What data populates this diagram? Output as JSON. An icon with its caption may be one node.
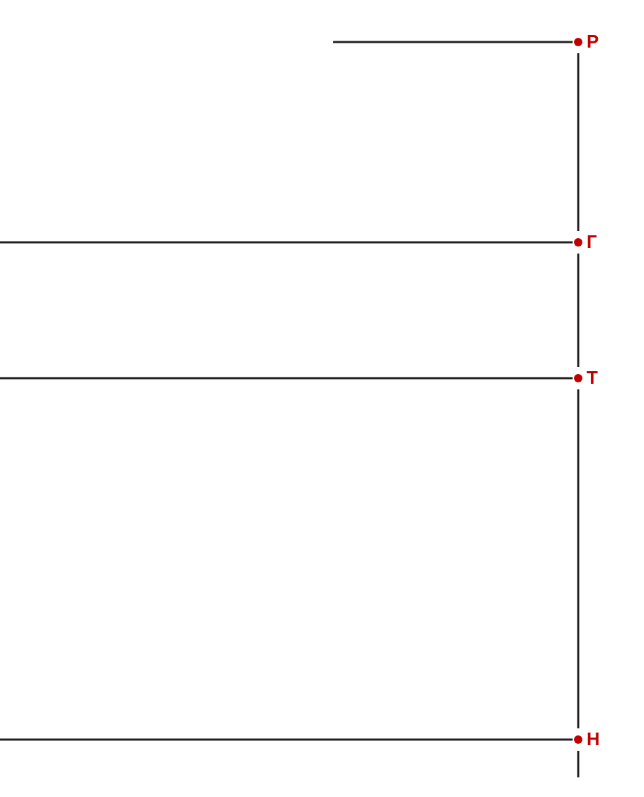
{
  "diagram": {
    "nodes": [
      {
        "text": [
          "Р"
        ]
      },
      {
        "text": [
          "Г"
        ]
      },
      {
        "text": [
          "Т"
        ]
      },
      {
        "text": [
          "Н"
        ]
      }
    ],
    "edges": [
      {
        "from": null,
        "to": 0,
        "arrow": "none"
      },
      {
        "from": null,
        "to": 1,
        "arrow": "none"
      },
      {
        "from": null,
        "to": 2,
        "arrow": "none"
      },
      {
        "from": null,
        "to": 3,
        "arrow": "none"
      },
      {
        "from": 0,
        "to": 1,
        "arrow": "none"
      },
      {
        "from": 1,
        "to": 2,
        "arrow": "none"
      },
      {
        "from": 2,
        "to": 3,
        "arrow": "none"
      },
      {
        "from": 3,
        "to": null,
        "arrow": "none"
      }
    ]
  }
}
